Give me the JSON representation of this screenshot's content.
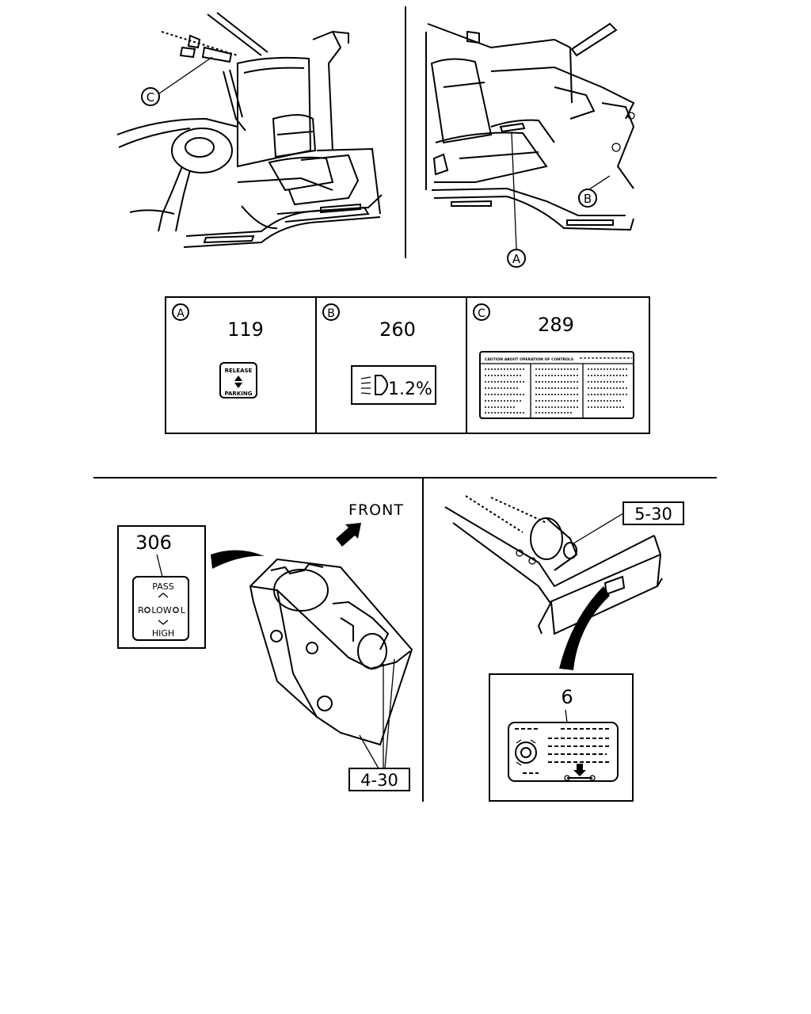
{
  "callouts": {
    "a": "A",
    "b": "B",
    "c": "C"
  },
  "labels": {
    "label_119": {
      "number": "119",
      "line1": "RELEASE",
      "line2": "PARKING"
    },
    "label_260": {
      "number": "260",
      "text": "1.2%"
    },
    "label_289": {
      "number": "289",
      "header": "CAUTION ABOUT OPERATION OF CONTROLS"
    },
    "label_306": {
      "number": "306",
      "pass": "PASS",
      "low": "LOW",
      "high": "HIGH",
      "r": "R",
      "l": "L"
    },
    "label_6": {
      "number": "6"
    }
  },
  "refs": {
    "front": "FRONT",
    "ref_5_30": "5-30",
    "ref_4_30": "4-30"
  }
}
